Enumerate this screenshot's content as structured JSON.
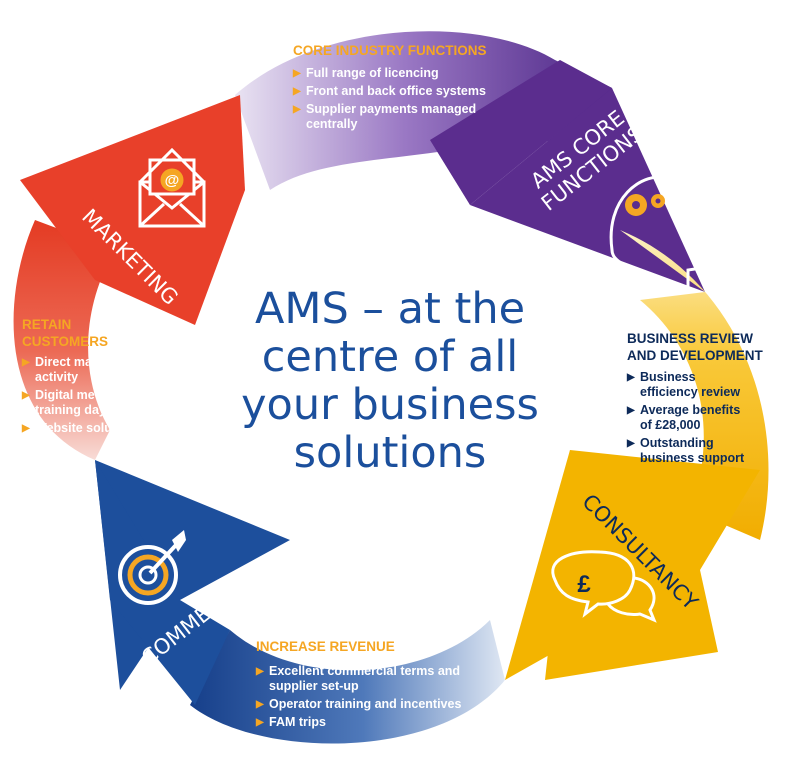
{
  "colors": {
    "marketing": "#e8402a",
    "core": "#5b2d8e",
    "consultancy": "#f5b800",
    "commercial": "#1d4f9c",
    "accent_orange": "#f5a623",
    "center_text": "#1b4f9c"
  },
  "center_title": "AMS – at the\ncentre of all\nyour business\nsolutions",
  "arrows": {
    "marketing": {
      "label": "MARKETING",
      "icon": "email-envelope-icon"
    },
    "core": {
      "label": "AMS CORE\nFUNCTIONS",
      "icon": "head-gears-icon"
    },
    "consultancy": {
      "label": "CONSULTANCY",
      "icon": "pound-speech-bubbles-icon"
    },
    "commercial": {
      "label": "COMMERCIAL",
      "icon": "target-arrow-icon"
    }
  },
  "sections": {
    "core_functions": {
      "title": "CORE INDUSTRY FUNCTIONS",
      "items": [
        "Full range of licencing",
        "Front and back office systems",
        "Supplier payments managed\ncentrally"
      ]
    },
    "business_review": {
      "title": "BUSINESS REVIEW\nAND DEVELOPMENT",
      "items": [
        "Business\nefficiency review",
        "Average benefits\nof £28,000",
        "Outstanding\nbusiness support"
      ]
    },
    "retain_customers": {
      "title": "RETAIN\nCUSTOMERS",
      "items": [
        "Direct marketing\nactivity",
        "Digital media\ntraining days",
        "Website solution"
      ]
    },
    "increase_revenue": {
      "title": "INCREASE REVENUE",
      "items": [
        "Excellent commercial terms and\nsupplier set-up",
        "Operator training and incentives",
        "FAM trips"
      ]
    }
  },
  "bullet_glyph": "▶"
}
